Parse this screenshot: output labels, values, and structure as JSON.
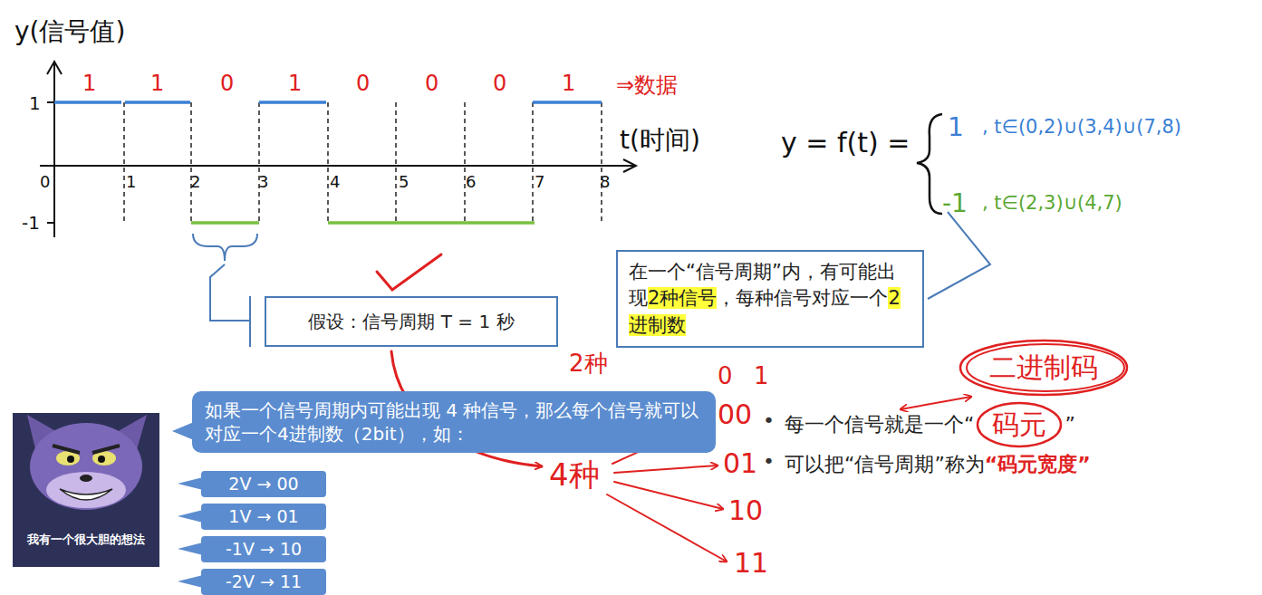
{
  "diagram": {
    "nodes": [
      {
        "text": [
          "假设：信号周期 T = 1 秒"
        ]
      },
      {
        "text": [
          "在一个“信号周期”内，有可能出现",
          "2种信号",
          "，每种信号对应一个",
          "2进制数"
        ]
      },
      {
        "text": [
          "如果一个信号周期内可能出现 4 种信号，那么每个信号就可以对应一个4进制数（2bit），如："
        ]
      },
      {
        "text": [
          "2V → 00"
        ]
      },
      {
        "text": [
          "1V → 01"
        ]
      },
      {
        "text": [
          "-1V → 10"
        ]
      },
      {
        "text": [
          "-2V → 11"
        ]
      },
      {
        "text": [
          "二进制码"
        ]
      },
      {
        "text": [
          "码元"
        ]
      }
    ],
    "labels": [
      "y(信号值)",
      "1",
      "1",
      "0",
      "1",
      "0",
      "0",
      "0",
      "1",
      "⇒数据",
      "t(时间)",
      "0",
      "1",
      "2",
      "3",
      "4",
      "5",
      "6",
      "7",
      "8",
      "1",
      "-1",
      "y = f(t) =",
      "1",
      ", t∈(0,2)∪(3,4)∪(7,8)",
      "-1",
      ", t∈(2,3)∪(4,7)",
      "我有一个很大胆的想法",
      "2种",
      "0",
      "1",
      "4种",
      "00",
      "01",
      "10",
      "11",
      "•",
      "每一个信号就是一个“",
      "”",
      "•",
      "可以把“信号周期”称为",
      "“码元宽度”"
    ]
  }
}
